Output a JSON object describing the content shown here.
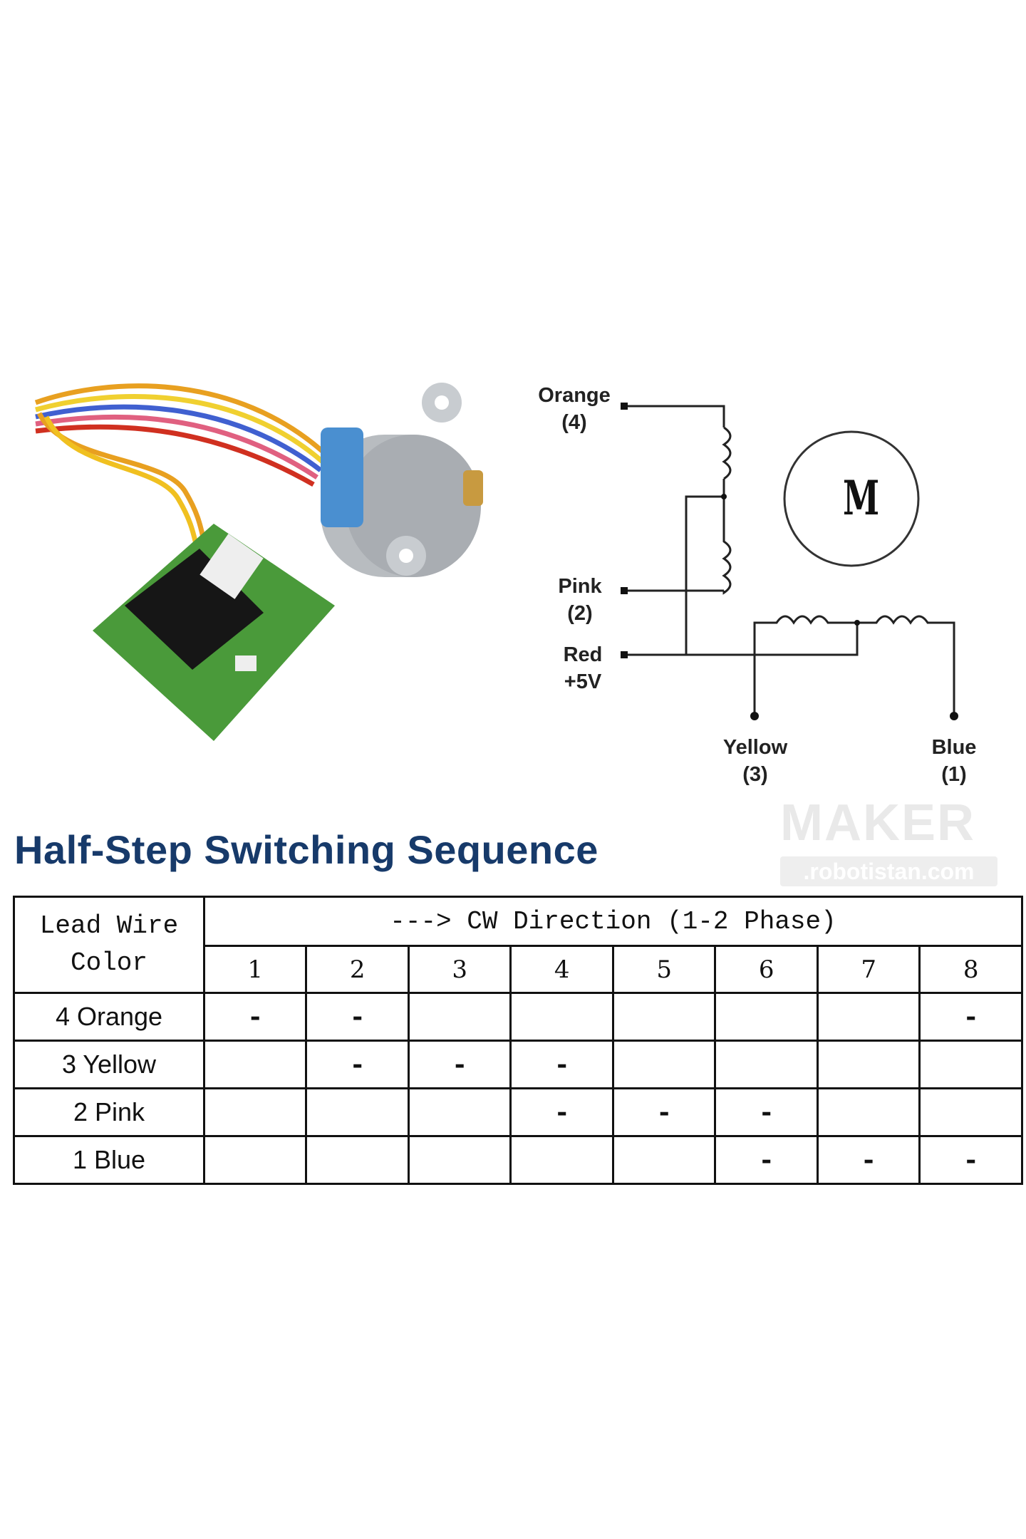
{
  "diagram": {
    "terminals": [
      {
        "name": "Orange",
        "number": "(4)"
      },
      {
        "name": "Pink",
        "number": "(2)"
      },
      {
        "name": "Red",
        "number": "+5V"
      },
      {
        "name": "Yellow",
        "number": "(3)"
      },
      {
        "name": "Blue",
        "number": "(1)"
      }
    ],
    "motor_label": "M"
  },
  "watermark": {
    "brand": "MAKER",
    "url": ".robotistan.com"
  },
  "title": "Half-Step Switching Sequence",
  "table": {
    "row_header": [
      "Lead Wire",
      "Color"
    ],
    "direction_header": "---> CW Direction (1-2 Phase)",
    "steps": [
      "1",
      "2",
      "3",
      "4",
      "5",
      "6",
      "7",
      "8"
    ],
    "mark_symbol": "-",
    "rows": [
      {
        "label": "4 Orange",
        "on": [
          true,
          true,
          false,
          false,
          false,
          false,
          false,
          true
        ]
      },
      {
        "label": "3 Yellow",
        "on": [
          false,
          true,
          true,
          true,
          false,
          false,
          false,
          false
        ]
      },
      {
        "label": "2 Pink",
        "on": [
          false,
          false,
          false,
          true,
          true,
          true,
          false,
          false
        ]
      },
      {
        "label": "1 Blue",
        "on": [
          false,
          false,
          false,
          false,
          false,
          true,
          true,
          true
        ]
      }
    ]
  },
  "colors": {
    "title": "#173a6a",
    "motor_body": "#b8bcc0",
    "motor_cap": "#4a8fd0",
    "pcb": "#4a9a3a"
  }
}
